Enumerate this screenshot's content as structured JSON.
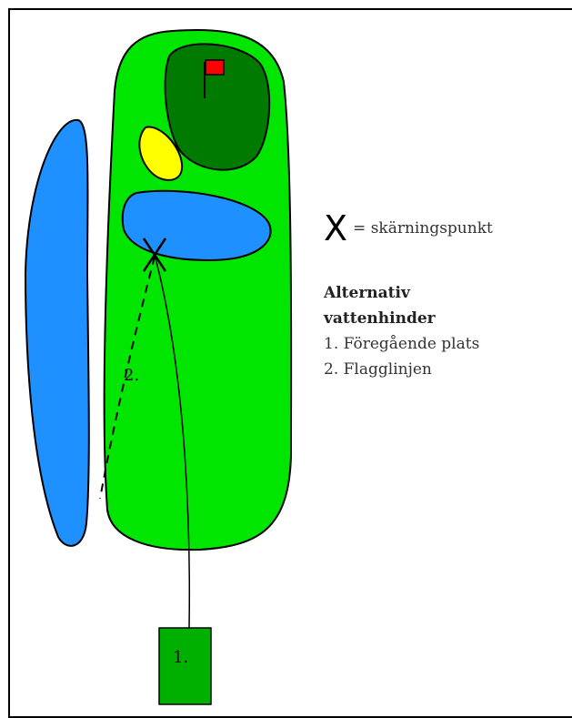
{
  "colors": {
    "fairway": "#00e600",
    "green": "#007a00",
    "water": "#1e90ff",
    "bunker": "#ffff00",
    "flag": "#ff0000",
    "tee": "#00b000"
  },
  "diagram": {
    "x_label": "X",
    "line_label_2": "2.",
    "tee_label": "1."
  },
  "legend": {
    "intersection_symbol": "X",
    "intersection_text": "= skärningspunkt",
    "heading_line1": "Alternativ",
    "heading_line2": "vattenhinder",
    "item1": "1. Föregående plats",
    "item2": "2. Flagglinjen"
  }
}
